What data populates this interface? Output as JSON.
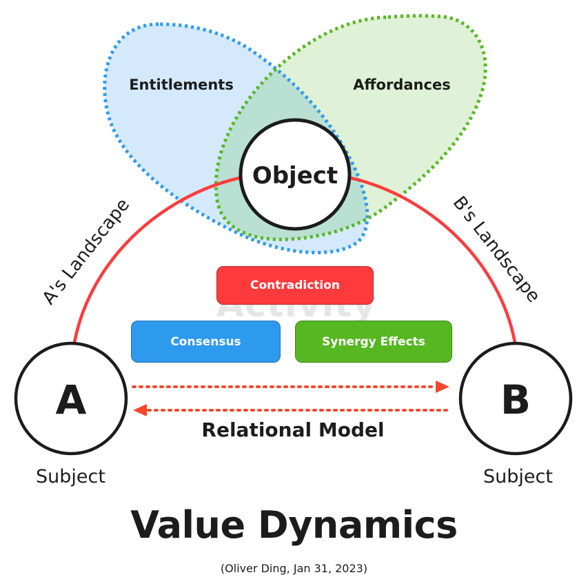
{
  "title": "Value Dynamics",
  "attribution": "(Oliver Ding, Jan 31, 2023)",
  "sets": {
    "entitlements": {
      "label": "Entitlements",
      "color": "#2e9aee",
      "fill": "#d2e8fb"
    },
    "affordances": {
      "label": "Affordances",
      "color": "#57b723",
      "fill": "#dcf0d1"
    },
    "overlap_fill": "#b9e0d2"
  },
  "object": {
    "label": "Object"
  },
  "landscapes": {
    "a": "A's Landscape",
    "b": "B's Landscape",
    "arc_color": "#fd3b3d"
  },
  "activity": {
    "watermark": "Activity",
    "boxes": [
      {
        "id": "contradiction",
        "label": "Contradiction",
        "color": "#fd3b3d"
      },
      {
        "id": "consensus",
        "label": "Consensus",
        "color": "#2e9aee"
      },
      {
        "id": "synergy",
        "label": "Synergy Effects",
        "color": "#57b723"
      }
    ]
  },
  "subjects": {
    "a": {
      "letter": "A",
      "caption": "Subject"
    },
    "b": {
      "letter": "B",
      "caption": "Subject"
    }
  },
  "relation": {
    "label": "Relational Model",
    "arrow_color": "#f4472b"
  }
}
